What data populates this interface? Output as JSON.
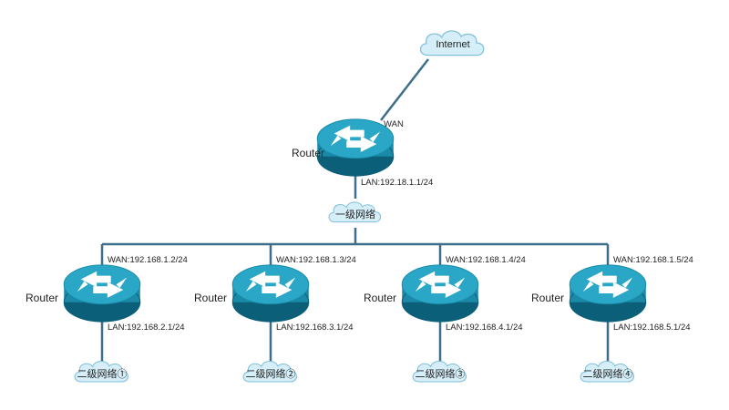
{
  "diagram": {
    "colors": {
      "link": "#3d6f8c",
      "router_body": "#1a8aa8",
      "router_top": "#2aa6c6",
      "router_dark": "#0b5f78",
      "cloud_fill": "#d5eef8",
      "cloud_stroke": "#7fbfda",
      "arrow": "#ffffff"
    },
    "internet": {
      "label": "Internet"
    },
    "core": {
      "router_label": "Router",
      "wan_label": "WAN",
      "lan_label": "LAN:192.18.1.1/24"
    },
    "level1_cloud": {
      "label": "一级网络"
    },
    "branches": [
      {
        "router_label": "Router",
        "wan_label": "WAN:192.168.1.2/24",
        "lan_label": "LAN:192.168.2.1/24",
        "cloud_label": "二级网络①"
      },
      {
        "router_label": "Router",
        "wan_label": "WAN:192.168.1.3/24",
        "lan_label": "LAN:192.168.3.1/24",
        "cloud_label": "二级网络②"
      },
      {
        "router_label": "Router",
        "wan_label": "WAN:192.168.1.4/24",
        "lan_label": "LAN:192.168.4.1/24",
        "cloud_label": "二级网络③"
      },
      {
        "router_label": "Router",
        "wan_label": "WAN:192.168.1.5/24",
        "lan_label": "LAN:192.168.5.1/24",
        "cloud_label": "二级网络④"
      }
    ]
  }
}
